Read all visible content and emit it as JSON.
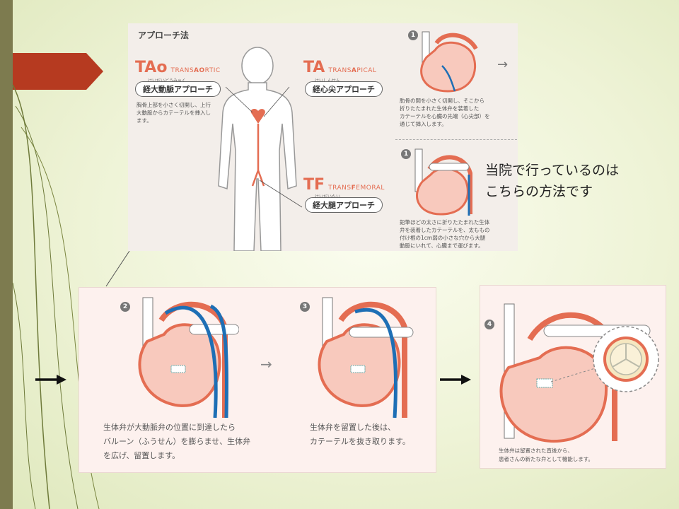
{
  "top_panel": {
    "title": "アプローチ法",
    "tao": {
      "code": "TAo",
      "sub_pre": "TRANS",
      "sub_hl": "AO",
      "sub_post": "RTIC",
      "ruby": "けいだいどうみゃく",
      "label": "経大動脈アプローチ",
      "desc": [
        "胸骨上部を小さく切開し、上行",
        "大動脈からカテーテルを挿入し",
        "ます。"
      ]
    },
    "ta": {
      "code": "TA",
      "sub_pre": "TRANS",
      "sub_hl": "A",
      "sub_post": "PICAL",
      "ruby": "けいしんせん",
      "label": "経心尖アプローチ"
    },
    "tf": {
      "code": "TF",
      "sub_pre": "TRANS",
      "sub_hl": "F",
      "sub_post": "EMORAL",
      "ruby": "けいだいたい",
      "label": "経大腿アプローチ"
    },
    "step1_ta": {
      "num": "1",
      "arrow": "→",
      "desc": [
        "肋骨の間を小さく切開し、そこから",
        "折りたたまれた生体弁を装着した",
        "カテーテルを心臓の先端（心尖部）を",
        "通じて挿入します。"
      ]
    },
    "step1_tf": {
      "num": "1",
      "desc": [
        "鉛筆ほどの太さに折りたたまれた生体",
        "弁を装着したカテーテルを、太ももの",
        "付け根の1cm弱の小さな穴から大腿",
        "動脈にいれて、心臓まで運びます。"
      ]
    }
  },
  "note": [
    "当院で行っているのは",
    "こちらの方法です"
  ],
  "panel_b2": {
    "num2": "2",
    "num3": "3",
    "arrow": "→",
    "caption2": [
      "生体弁が大動脈弁の位置に到達したら",
      "バルーン（ふうせん）を膨らませ、生体弁",
      "を広げ、留置します。"
    ],
    "caption3": [
      "生体弁を留置した後は、",
      "カテーテルを抜き取ります。"
    ]
  },
  "panel_b4": {
    "num4": "4",
    "caption": [
      "生体弁は留置された直後から、",
      "患者さんの新たな弁として機能します。"
    ]
  },
  "colors": {
    "accent_red": "#e46d52",
    "tab_red": "#b63a20",
    "catheter_blue": "#1e6fb5",
    "sidebar": "#7d7b4f"
  }
}
